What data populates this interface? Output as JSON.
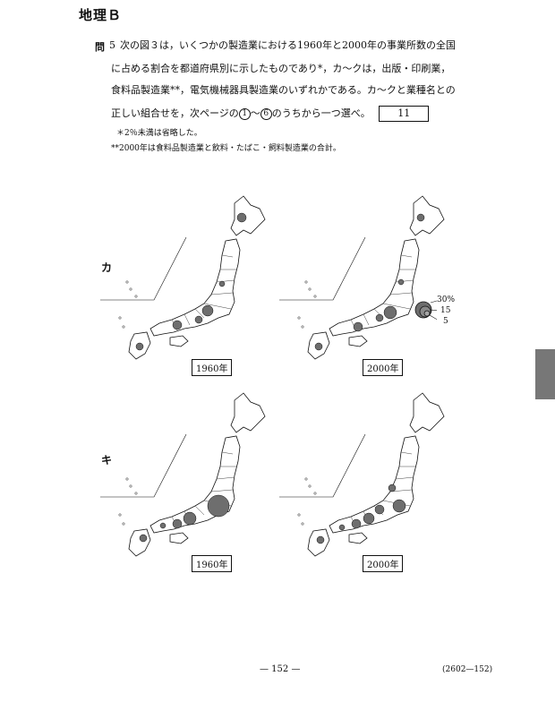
{
  "header": {
    "title": "地理Ｂ"
  },
  "question": {
    "label": "問",
    "number": "5",
    "line1": "次の図３は，いくつかの製造業における1960年と2000年の事業所数の全国",
    "line2": "に占める割合を都道府県別に示したものであり*，カ〜クは，出版・印刷業，",
    "line3": "食料品製造業**，電気機械器具製造業のいずれかである。カ〜クと業種名との",
    "line4_a": "正しい組合せを，次ページの",
    "choice_first": "1",
    "line4_b": "〜",
    "choice_last": "6",
    "line4_c": "のうちから一つ選べ。",
    "answer_number": "11"
  },
  "notes": {
    "note1": "＊2％未満は省略した。",
    "note2": "**2000年は食料品製造業と飲料・たばこ・飼料製造業の合計。"
  },
  "rows": [
    {
      "label": "カ",
      "maps": [
        {
          "year": "1960年"
        },
        {
          "year": "2000年"
        }
      ]
    },
    {
      "label": "キ",
      "maps": [
        {
          "year": "1960年"
        },
        {
          "year": "2000年"
        }
      ]
    }
  ],
  "legend": {
    "values": [
      "30%",
      "15",
      "5"
    ]
  },
  "footer": {
    "page": "— 152 —",
    "code": "(2602—152)"
  },
  "colors": {
    "symbol_fill": "#6e6e6e",
    "text": "#111111",
    "tab": "#777777"
  }
}
